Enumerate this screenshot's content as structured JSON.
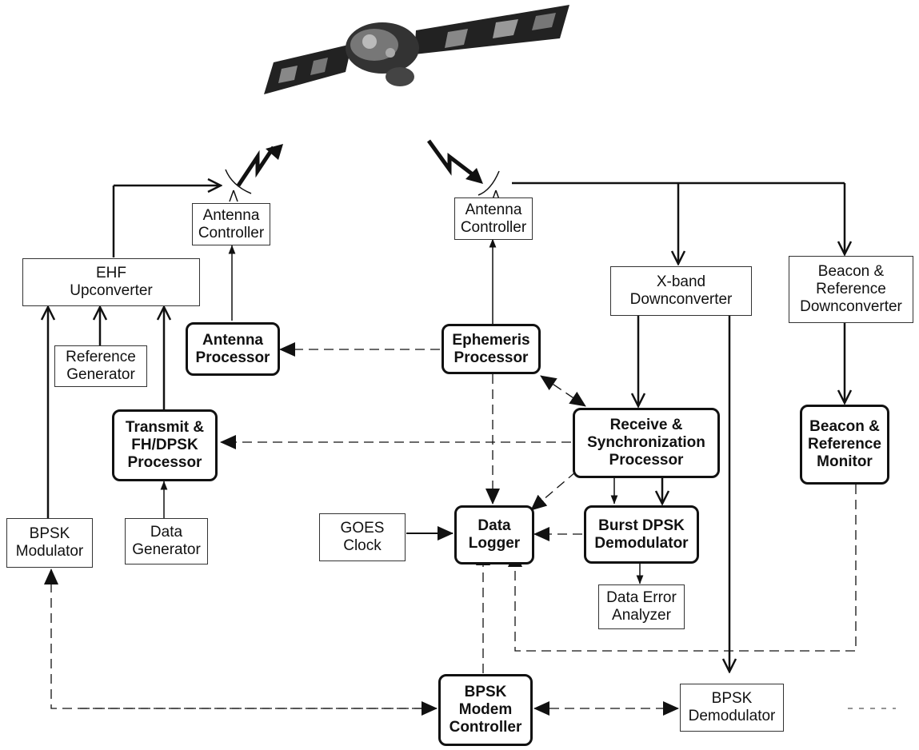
{
  "boxes": {
    "ehf_upconverter": {
      "l1": "EHF",
      "l2": "Upconverter"
    },
    "antenna_controller_tx": {
      "l1": "Antenna",
      "l2": "Controller"
    },
    "antenna_controller_rx": {
      "l1": "Antenna",
      "l2": "Controller"
    },
    "xband_downconverter": {
      "l1": "X-band",
      "l2": "Downconverter"
    },
    "beacon_downconverter": {
      "l1": "Beacon &",
      "l2": "Reference",
      "l3": "Downconverter"
    },
    "reference_generator": {
      "l1": "Reference",
      "l2": "Generator"
    },
    "antenna_processor": {
      "l1": "Antenna",
      "l2": "Processor"
    },
    "ephemeris_processor": {
      "l1": "Ephemeris",
      "l2": "Processor"
    },
    "transmit_processor": {
      "l1": "Transmit &",
      "l2": "FH/DPSK",
      "l3": "Processor"
    },
    "receive_sync_processor": {
      "l1": "Receive &",
      "l2": "Synchronization",
      "l3": "Processor"
    },
    "beacon_monitor": {
      "l1": "Beacon &",
      "l2": "Reference",
      "l3": "Monitor"
    },
    "bpsk_modulator": {
      "l1": "BPSK",
      "l2": "Modulator"
    },
    "data_generator": {
      "l1": "Data",
      "l2": "Generator"
    },
    "goes_clock": {
      "l1": "GOES",
      "l2": "Clock"
    },
    "data_logger": {
      "l1": "Data",
      "l2": "Logger"
    },
    "burst_dpsk_demodulator": {
      "l1": "Burst DPSK",
      "l2": "Demodulator"
    },
    "data_error_analyzer": {
      "l1": "Data Error",
      "l2": "Analyzer"
    },
    "bpsk_modem_controller": {
      "l1": "BPSK",
      "l2": "Modem",
      "l3": "Controller"
    },
    "bpsk_demodulator": {
      "l1": "BPSK",
      "l2": "Demodulator"
    }
  }
}
